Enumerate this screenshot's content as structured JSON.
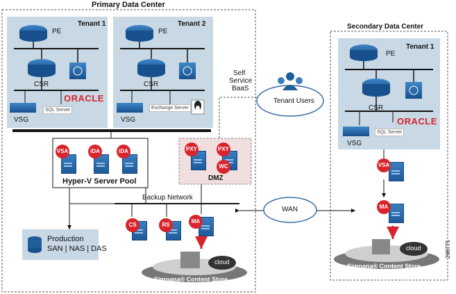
{
  "primary": {
    "title": "Primary Data Center",
    "tenant1": {
      "name": "Tenant 1",
      "pe": "PE",
      "csr": "CSR",
      "vsg": "VSG",
      "logo1": "ORACLE",
      "logo2": "SQL Server"
    },
    "tenant2": {
      "name": "Tenant 2",
      "pe": "PE",
      "csr": "CSR",
      "vsg": "VSG",
      "logo1": "Exchange Server"
    },
    "hyperv": {
      "label": "Hyper-V Server Pool",
      "badges": [
        "VSA",
        "iDA",
        "iDA"
      ]
    },
    "dmz": {
      "label": "DMZ",
      "badges": [
        "PXY",
        "PXY",
        "WC"
      ]
    },
    "backup": {
      "label": "Backup Network",
      "badges": [
        "CS",
        "RS",
        "MA"
      ]
    },
    "production": {
      "title": "Production",
      "subtitle": "SAN | NAS | DAS"
    },
    "store": {
      "label": "Simpana® Content Store",
      "cloud": "cloud"
    }
  },
  "middle": {
    "self": "Self",
    "service": "Service",
    "baas": "BaaS",
    "users": "Tenant Users",
    "wan": "WAN"
  },
  "secondary": {
    "title": "Secondary Data Center",
    "tenant1": {
      "name": "Tenant 1",
      "pe": "PE",
      "csr": "CSR",
      "vsg": "VSG",
      "logo1": "ORACLE",
      "logo2": "SQL Server"
    },
    "badges": [
      "VSA",
      "MA"
    ],
    "store": {
      "label": "Simpana® Content Store",
      "cloud": "cloud"
    }
  },
  "figure_id": "298775",
  "colors": {
    "tenant_bg": "#c8d8e4",
    "router": "#1f5f99",
    "badge": "#d8242c",
    "dmz_bg": "#f1dede"
  }
}
